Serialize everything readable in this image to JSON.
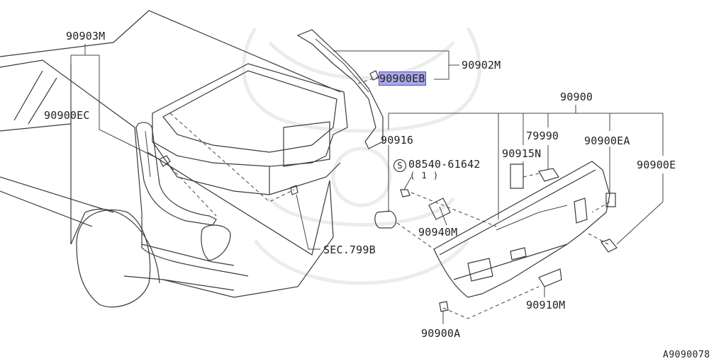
{
  "figure_id": "A9090078",
  "labels": {
    "p90903M": "90903M",
    "p90900EC": "90900EC",
    "p90902M": "90902M",
    "p90900EB": "90900EB",
    "p90900": "90900",
    "p90916": "90916",
    "p79990": "79990",
    "p90915N": "90915N",
    "p90900EA": "90900EA",
    "p90900E": "90900E",
    "screw_symbol": "S",
    "screw_code": "08540-61642",
    "screw_qty": "( 1 )",
    "p90940M": "90940M",
    "sec799B": "SEC.799B",
    "p90910M": "90910M",
    "p90900A": "90900A"
  },
  "highlighted_part": "90900EB",
  "colors": {
    "highlight": "#a9a7e8",
    "line": "#3a3a3a",
    "watermark": "#ececec"
  }
}
